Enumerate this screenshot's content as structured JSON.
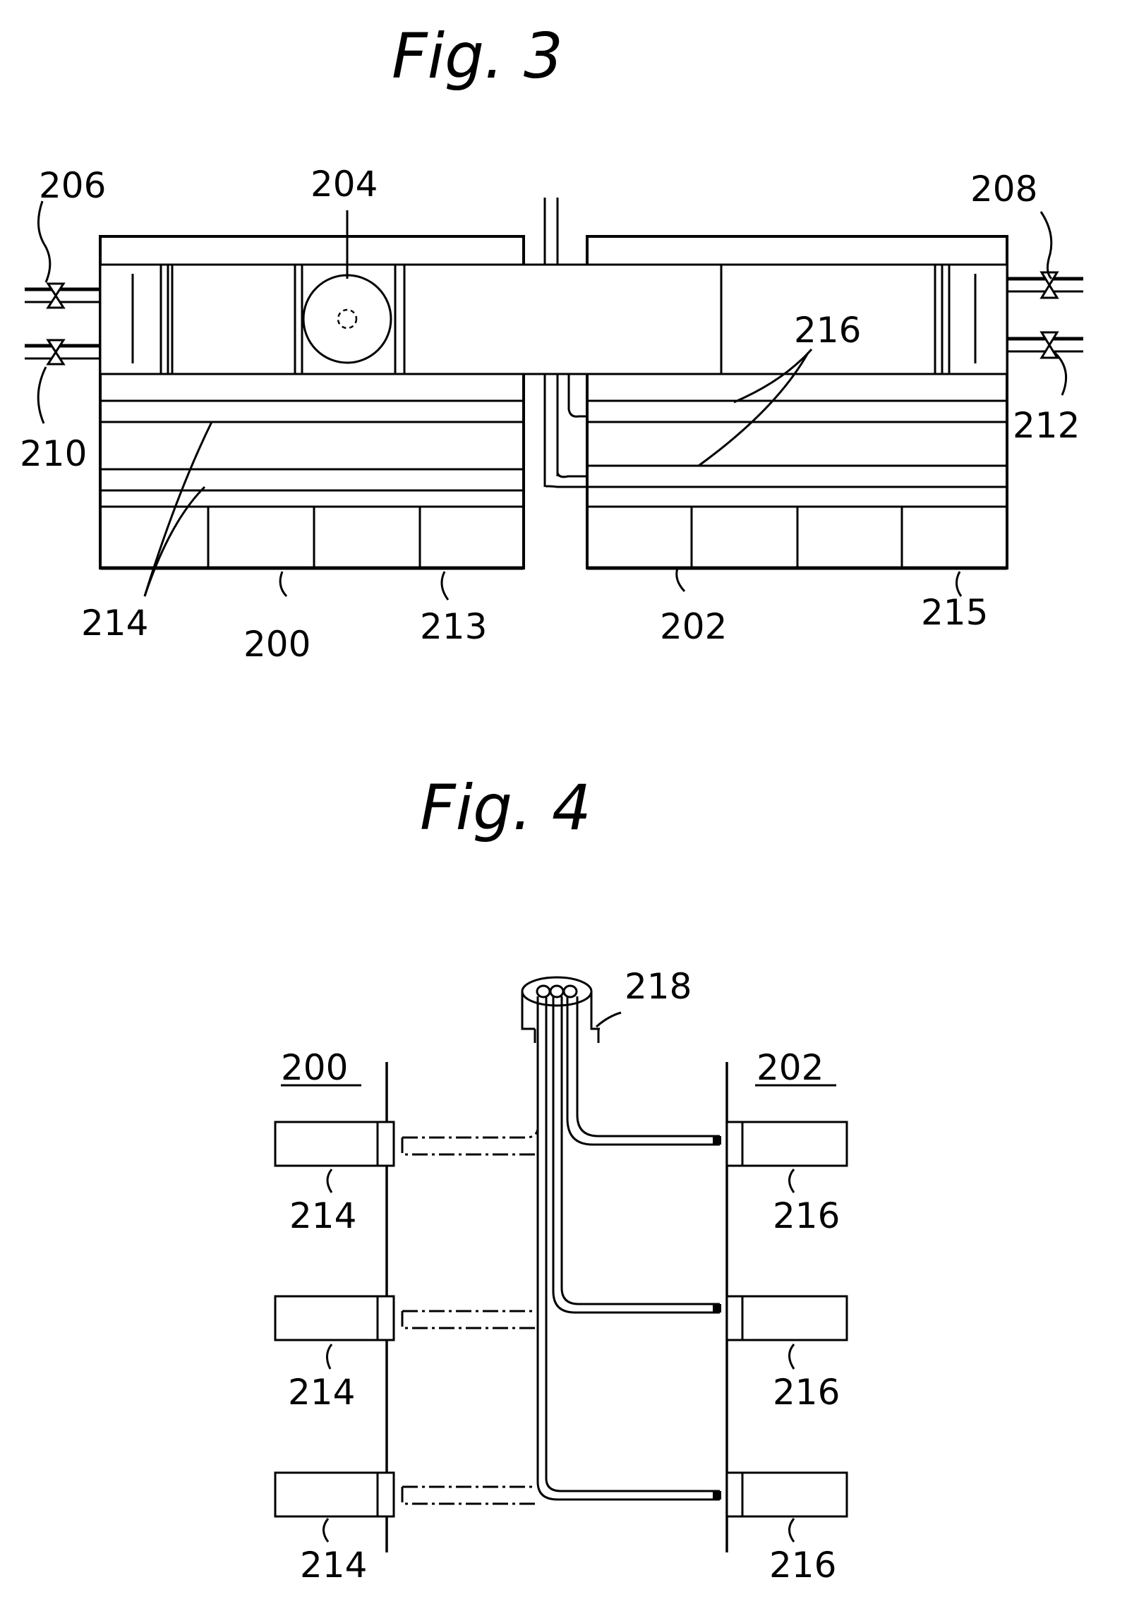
{
  "figures": [
    {
      "title": "Fig. 3",
      "labels": {
        "valve_inlet_left": "206",
        "blower": "204",
        "valve_inlet_right": "208",
        "valve_outlet_left": "210",
        "filters_right": "216",
        "valve_outlet_right": "212",
        "filters_left": "214",
        "chamber_left": "200",
        "absorbent_left": "213",
        "chamber_right": "202",
        "absorbent_right": "215"
      }
    },
    {
      "title": "Fig. 4",
      "labels": {
        "manifold": "218",
        "chamber_left": "200",
        "chamber_right": "202",
        "filter_left_1": "214",
        "filter_left_2": "214",
        "filter_left_3": "214",
        "filter_right_1": "216",
        "filter_right_2": "216",
        "filter_right_3": "216"
      }
    }
  ]
}
